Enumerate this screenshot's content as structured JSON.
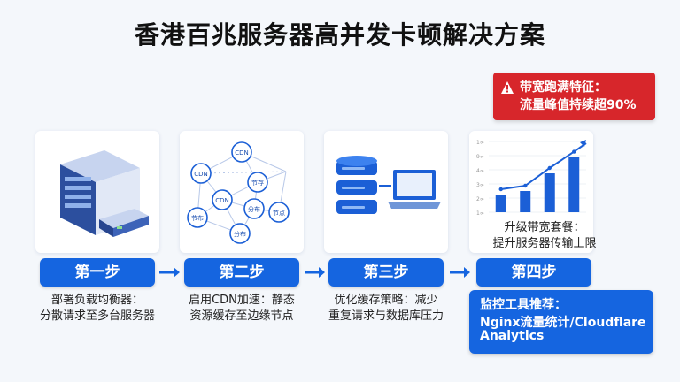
{
  "title": "香港百兆服务器高并发卡顿解决方案",
  "alert": {
    "line1": "带宽跑满特征：",
    "line2": "流量峰值持续超90%",
    "color": "#d7262b"
  },
  "steps": [
    {
      "label": "第一步",
      "desc_line1": "部署负载均衡器：",
      "desc_line2": "分散请求至多台服务器"
    },
    {
      "label": "第二步",
      "desc_line1": "启用CDN加速：静态",
      "desc_line2": "资源缓存至边缘节点"
    },
    {
      "label": "第三步",
      "desc_line1": "优化缓存策略：减少",
      "desc_line2": "重复请求与数据库压力"
    },
    {
      "label": "第四步"
    }
  ],
  "cdn_nodes": [
    "CDN",
    "CDN",
    "节存",
    "CDN",
    "分布",
    "节布",
    "节点",
    "分布"
  ],
  "chart_data": {
    "type": "bar",
    "y_tick_labels": [
      "1∞",
      "9∞",
      "4∞",
      "3∞",
      "2∞",
      "1∞"
    ],
    "values": [
      25,
      30,
      55,
      78
    ],
    "trend": "increasing"
  },
  "upgrade": {
    "line1": "升级带宽套餐：",
    "line2": "提升服务器传输上限"
  },
  "monitor": {
    "heading": "监控工具推荐：",
    "line1": "Nginx流量统计/Cloudflare",
    "line2": "Analytics"
  },
  "accent_color": "#1565e0"
}
